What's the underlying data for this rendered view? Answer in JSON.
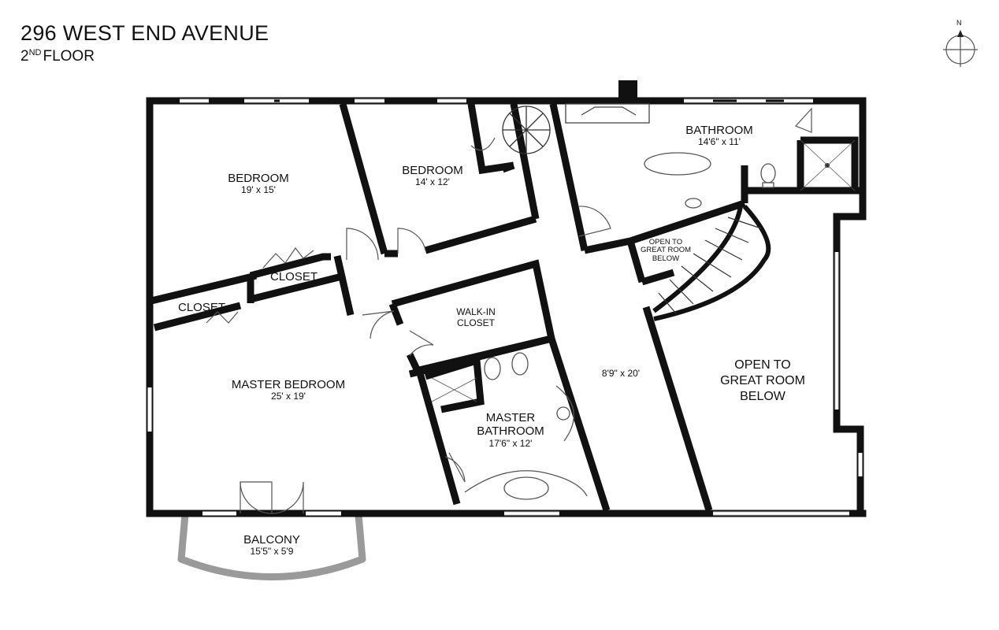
{
  "header": {
    "address": "296 WEST END AVENUE",
    "floor_number": "2",
    "floor_suffix": "ND",
    "floor_word": "FLOOR"
  },
  "compass": {
    "north_label": "N"
  },
  "rooms": {
    "bedroom_1": {
      "name": "BEDROOM",
      "dims": "19' x 15'"
    },
    "bedroom_2": {
      "name": "BEDROOM",
      "dims": "14' x 12'"
    },
    "bathroom": {
      "name": "BATHROOM",
      "dims": "14'6\" x 11'"
    },
    "closet_1": {
      "name": "CLOSET"
    },
    "closet_2": {
      "name": "CLOSET"
    },
    "walk_in_closet": {
      "line1": "WALK-IN",
      "line2": "CLOSET"
    },
    "master_bedroom": {
      "name": "MASTER BEDROOM",
      "dims": "25' x 19'"
    },
    "master_bathroom": {
      "line1": "MASTER",
      "line2": "BATHROOM",
      "dims": "17'6\" x 12'"
    },
    "hallway": {
      "dims": "8'9\" x 20'"
    },
    "open_small": {
      "line1": "OPEN TO",
      "line2": "GREAT ROOM",
      "line3": "BELOW"
    },
    "open_large": {
      "line1": "OPEN TO",
      "line2": "GREAT ROOM",
      "line3": "BELOW"
    },
    "balcony": {
      "name": "BALCONY",
      "dims": "15'5\" x 5'9"
    }
  },
  "colors": {
    "wall": "#111111",
    "window": "#bdbdbd",
    "balcony": "#9a9a9a",
    "fixture": "#666666"
  }
}
